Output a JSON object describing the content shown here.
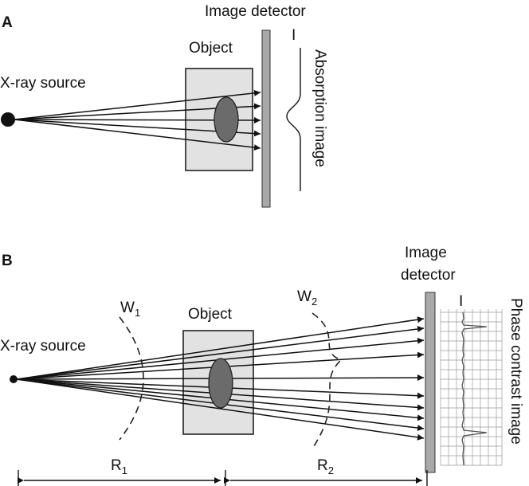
{
  "panel_a": {
    "label": "A",
    "source_label": "X-ray source",
    "object_label": "Object",
    "detector_label": "Image detector",
    "intensity_label": "I",
    "image_label": "Absorption image"
  },
  "panel_b": {
    "label": "B",
    "source_label": "X-ray source",
    "object_label": "Object",
    "detector_label_line1": "Image",
    "detector_label_line2": "detector",
    "intensity_label": "I",
    "image_label": "Phase contrast image",
    "wavefront_1": {
      "main": "W",
      "sub": "1"
    },
    "wavefront_2": {
      "main": "W",
      "sub": "2"
    },
    "distance_1": {
      "main": "R",
      "sub": "1"
    },
    "distance_2": {
      "main": "R",
      "sub": "2"
    }
  }
}
